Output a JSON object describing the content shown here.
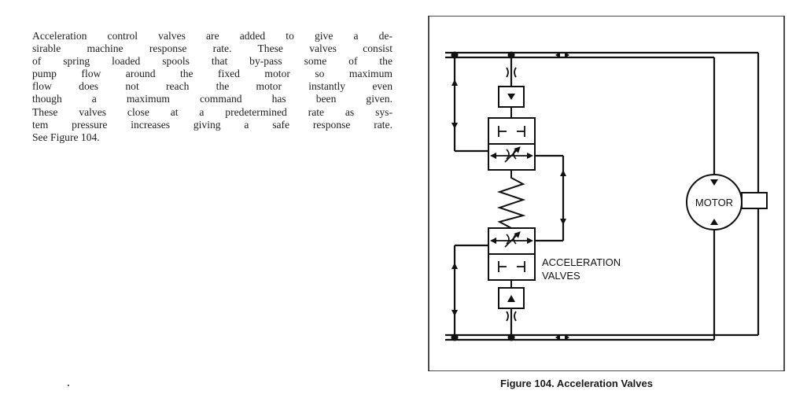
{
  "text": {
    "lines": [
      "Acceleration control valves are added to give a de-",
      "sirable machine response rate. These valves consist",
      "of spring loaded spools that by-pass some of the",
      "pump flow around the fixed motor so maximum",
      "flow does not reach the motor instantly even",
      "though a maximum command has been given.",
      "These valves close at a predetermined rate as sys-",
      "tem pressure increases giving a safe response rate.",
      "See Figure 104."
    ]
  },
  "figure": {
    "motor_label": "MOTOR",
    "valves_label_line1": "ACCELERATION",
    "valves_label_line2": "VALVES",
    "caption": "Figure 104. Acceleration Valves"
  }
}
